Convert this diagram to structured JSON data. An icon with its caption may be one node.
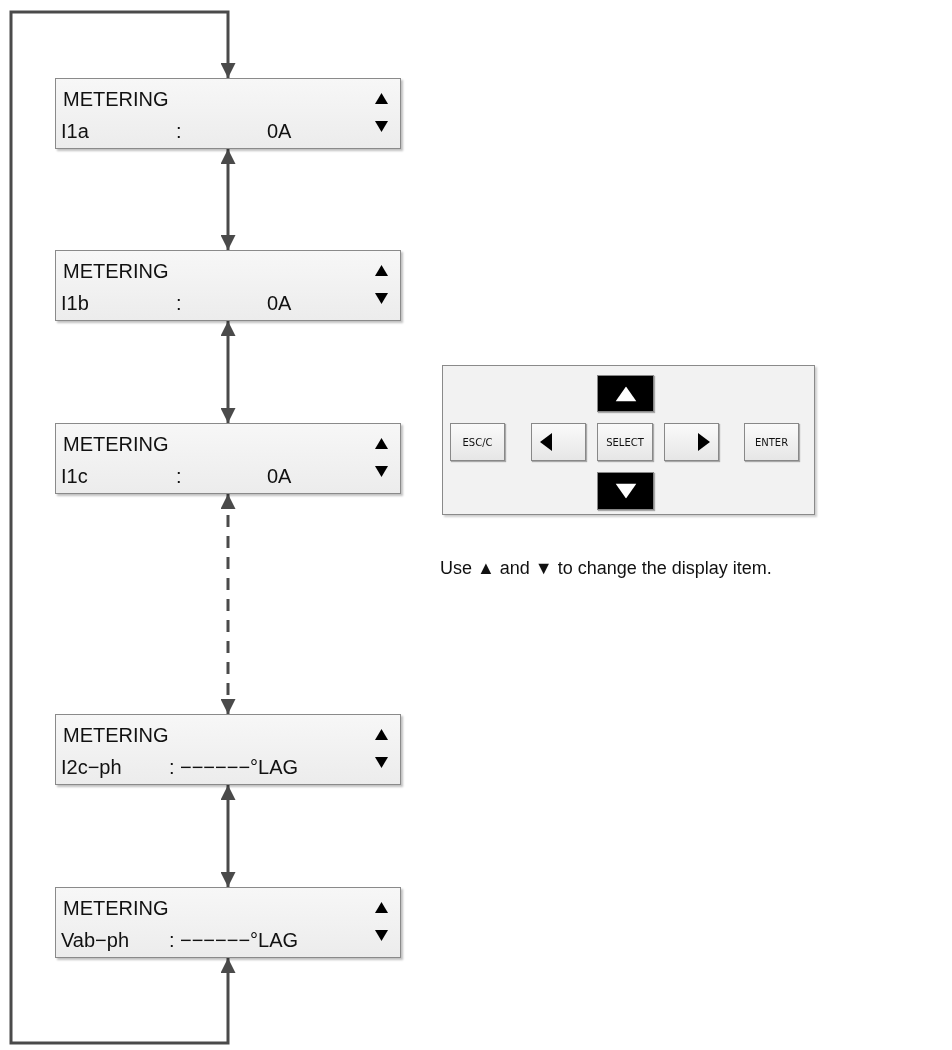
{
  "diagram": {
    "nodes": [
      {
        "text": [
          "METERING",
          "I1a",
          ":",
          "0A"
        ]
      },
      {
        "text": [
          "METERING",
          "I1b",
          ":",
          "0A"
        ]
      },
      {
        "text": [
          "METERING",
          "I1c",
          ":",
          "0A"
        ]
      },
      {
        "text": [
          "METERING",
          "I2c−ph",
          ":",
          "−−−−−−°LAG"
        ]
      },
      {
        "text": [
          "METERING",
          "Vab−ph",
          ":",
          "−−−−−−°LAG"
        ]
      },
      {
        "text": [],
        "shape": "box",
        "beside": [
          "Use ▲ and ▼ to change the display item."
        ]
      },
      {
        "text": [],
        "shape": "box",
        "in": 5
      },
      {
        "text": [
          "ESC/C"
        ],
        "in": 5
      },
      {
        "text": [],
        "shape": "box",
        "in": 5
      },
      {
        "text": [
          "SELECT"
        ],
        "in": 5
      },
      {
        "text": [],
        "shape": "box",
        "in": 5
      },
      {
        "text": [
          "ENTER"
        ],
        "in": 5
      },
      {
        "text": [],
        "shape": "box",
        "in": 5
      }
    ],
    "edges": [
      {
        "from": 0,
        "to": 1,
        "arrow": "both"
      },
      {
        "from": 1,
        "to": 2,
        "arrow": "both"
      },
      {
        "from": 2,
        "to": 3,
        "arrow": "both",
        "style": "dashed"
      },
      {
        "from": 3,
        "to": 4,
        "arrow": "both"
      },
      {
        "from": 4,
        "to": 0,
        "arrow": "both"
      }
    ]
  }
}
